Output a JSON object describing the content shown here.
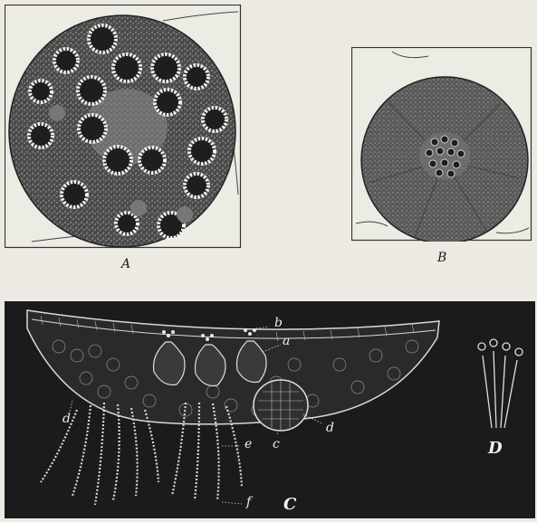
{
  "figures": {
    "A": {
      "label": "A"
    },
    "B": {
      "label": "B"
    },
    "C": {
      "label": "C",
      "callouts": [
        "b",
        "a",
        "d",
        "d",
        "e",
        "c",
        "f"
      ]
    },
    "D": {
      "label": "D"
    }
  },
  "colors": {
    "paper": "#eceae3",
    "ink": "#1a1a1a",
    "plate_dark": "#1b1b1b",
    "specimen_gray": "#5e5e5e"
  }
}
